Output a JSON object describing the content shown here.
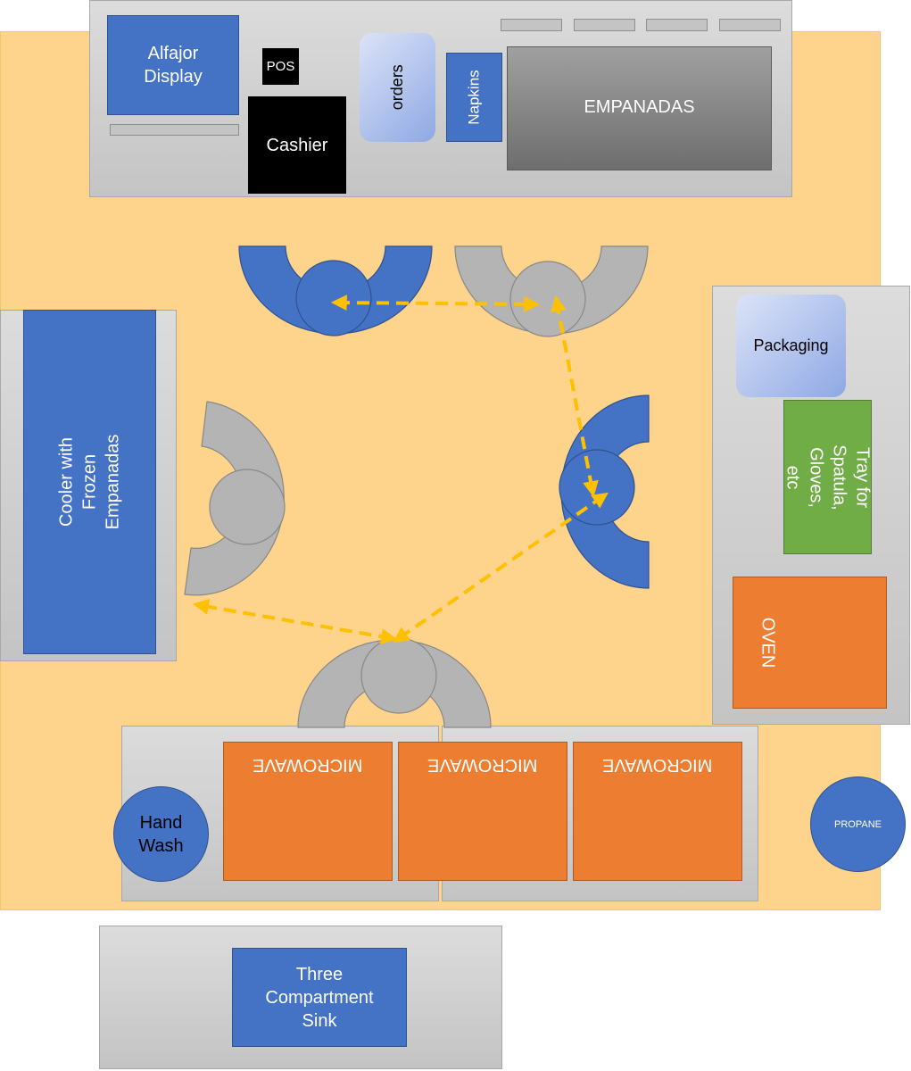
{
  "labels": {
    "alfajor_display": "Alfajor\nDisplay",
    "pos": "POS",
    "cashier": "Cashier",
    "orders": "orders",
    "napkins": "Napkins",
    "empanadas": "EMPANADAS",
    "cooler": "Cooler with Frozen\nEmpanadas",
    "packaging": "Packaging",
    "tray": "Tray for\nSpatula, Gloves,\netc",
    "oven": "OVEN",
    "microwave_1": "MICROWAVE",
    "microwave_2": "MICROWAVE",
    "microwave_3": "MICROWAVE",
    "hand_wash": "Hand\nWash",
    "propane": "PROPANE",
    "sink": "Three\nCompartment\nSink"
  },
  "colors": {
    "floor": "#fed38c",
    "counter": "#d0d0d0",
    "equipment_blue": "#4472c4",
    "appliance_orange": "#ed7d31",
    "tray_green": "#70ad47",
    "worker_blue": "#4472c4",
    "worker_gray": "#b4b4b4",
    "arrow": "#ffc000"
  },
  "workers": [
    {
      "id": "cashier-worker",
      "color": "blue",
      "facing": "down"
    },
    {
      "id": "assembly-worker",
      "color": "gray",
      "facing": "down"
    },
    {
      "id": "oven-worker",
      "color": "blue",
      "facing": "right"
    },
    {
      "id": "cooler-worker",
      "color": "gray",
      "facing": "left"
    },
    {
      "id": "microwave-worker",
      "color": "gray",
      "facing": "up"
    }
  ],
  "workflow_arrows": [
    {
      "from": "cashier-worker",
      "to": "assembly-worker",
      "style": "dashed",
      "bidirectional": true
    },
    {
      "from": "assembly-worker",
      "to": "oven-worker",
      "style": "dashed",
      "bidirectional": true
    },
    {
      "from": "oven-worker",
      "to": "microwave-worker",
      "style": "dashed",
      "bidirectional": true
    },
    {
      "from": "microwave-worker",
      "to": "cooler-worker",
      "style": "dashed",
      "bidirectional": true
    }
  ]
}
